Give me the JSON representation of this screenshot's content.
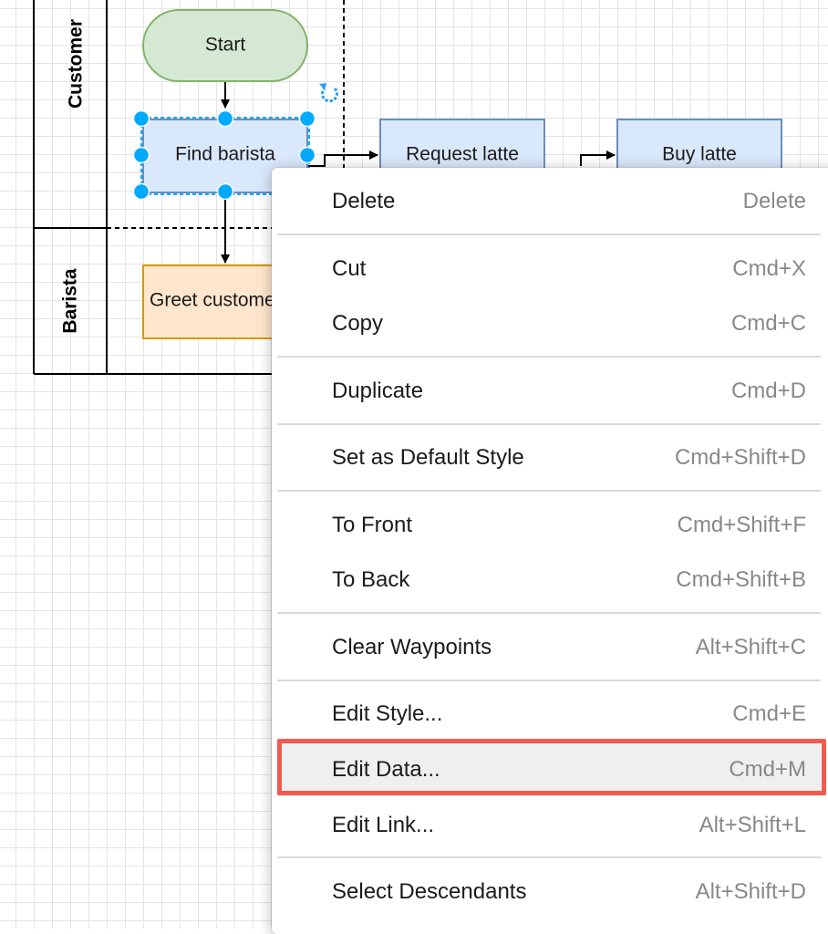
{
  "diagram": {
    "lanes": [
      {
        "label": "Customer"
      },
      {
        "label": "Barista"
      }
    ],
    "nodes": {
      "start": "Start",
      "find_barista": "Find barista",
      "request_latte": "Request latte",
      "buy_latte": "Buy latte",
      "greet_customer": "Greet customer"
    },
    "selected_node": "find_barista",
    "colors": {
      "start_fill": "#d5e8d4",
      "start_stroke": "#82b366",
      "process_fill": "#dae8fc",
      "process_stroke": "#6c8ebf",
      "barista_fill": "#ffe6cc",
      "barista_stroke": "#d79b00",
      "selection_handle": "#00aaff"
    }
  },
  "context_menu": {
    "items": [
      {
        "label": "Delete",
        "shortcut": "Delete"
      },
      {
        "label": "Cut",
        "shortcut": "Cmd+X"
      },
      {
        "label": "Copy",
        "shortcut": "Cmd+C"
      },
      {
        "label": "Duplicate",
        "shortcut": "Cmd+D"
      },
      {
        "label": "Set as Default Style",
        "shortcut": "Cmd+Shift+D"
      },
      {
        "label": "To Front",
        "shortcut": "Cmd+Shift+F"
      },
      {
        "label": "To Back",
        "shortcut": "Cmd+Shift+B"
      },
      {
        "label": "Clear Waypoints",
        "shortcut": "Alt+Shift+C"
      },
      {
        "label": "Edit Style...",
        "shortcut": "Cmd+E"
      },
      {
        "label": "Edit Data...",
        "shortcut": "Cmd+M"
      },
      {
        "label": "Edit Link...",
        "shortcut": "Alt+Shift+L"
      },
      {
        "label": "Select Descendants",
        "shortcut": "Alt+Shift+D"
      }
    ],
    "highlighted_item": "Edit Data...",
    "highlight_color": "#f05a4f"
  }
}
